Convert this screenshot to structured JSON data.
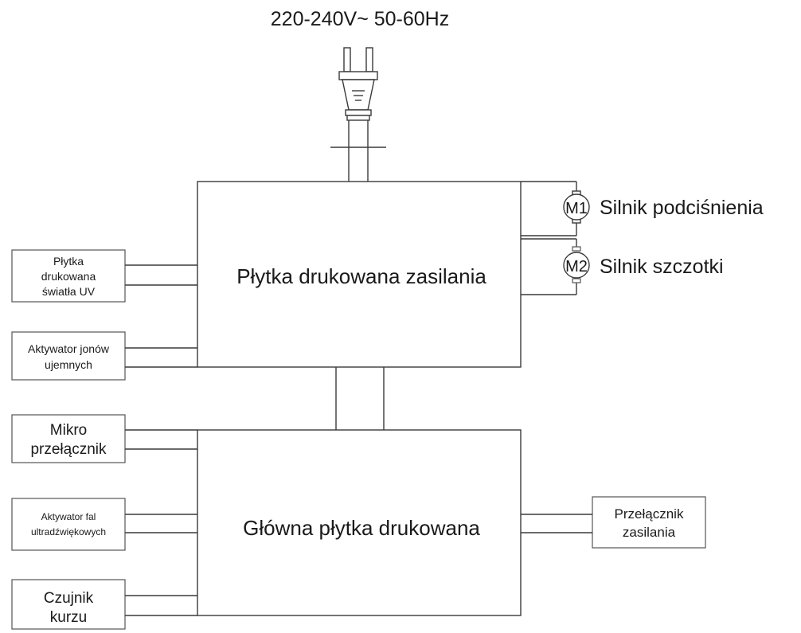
{
  "supply_label": "220-240V~  50-60Hz",
  "boards": {
    "power": "Płytka drukowana zasilania",
    "main": "Główna płytka drukowana"
  },
  "motors": {
    "m1": {
      "tag": "M1",
      "label": "Silnik podciśnienia"
    },
    "m2": {
      "tag": "M2",
      "label": "Silnik szczotki"
    }
  },
  "left_modules": {
    "uv": [
      "Płytka",
      "drukowana",
      "światła UV"
    ],
    "ion": [
      "Aktywator jonów",
      "ujemnych"
    ],
    "micro": [
      "Mikro",
      "przełącznik"
    ],
    "ultra": [
      "Aktywator fal",
      "ultradźwiękowych"
    ],
    "dust": [
      "Czujnik",
      "kurzu"
    ]
  },
  "right_modules": {
    "switch": [
      "Przełącznik",
      "zasilania"
    ]
  }
}
